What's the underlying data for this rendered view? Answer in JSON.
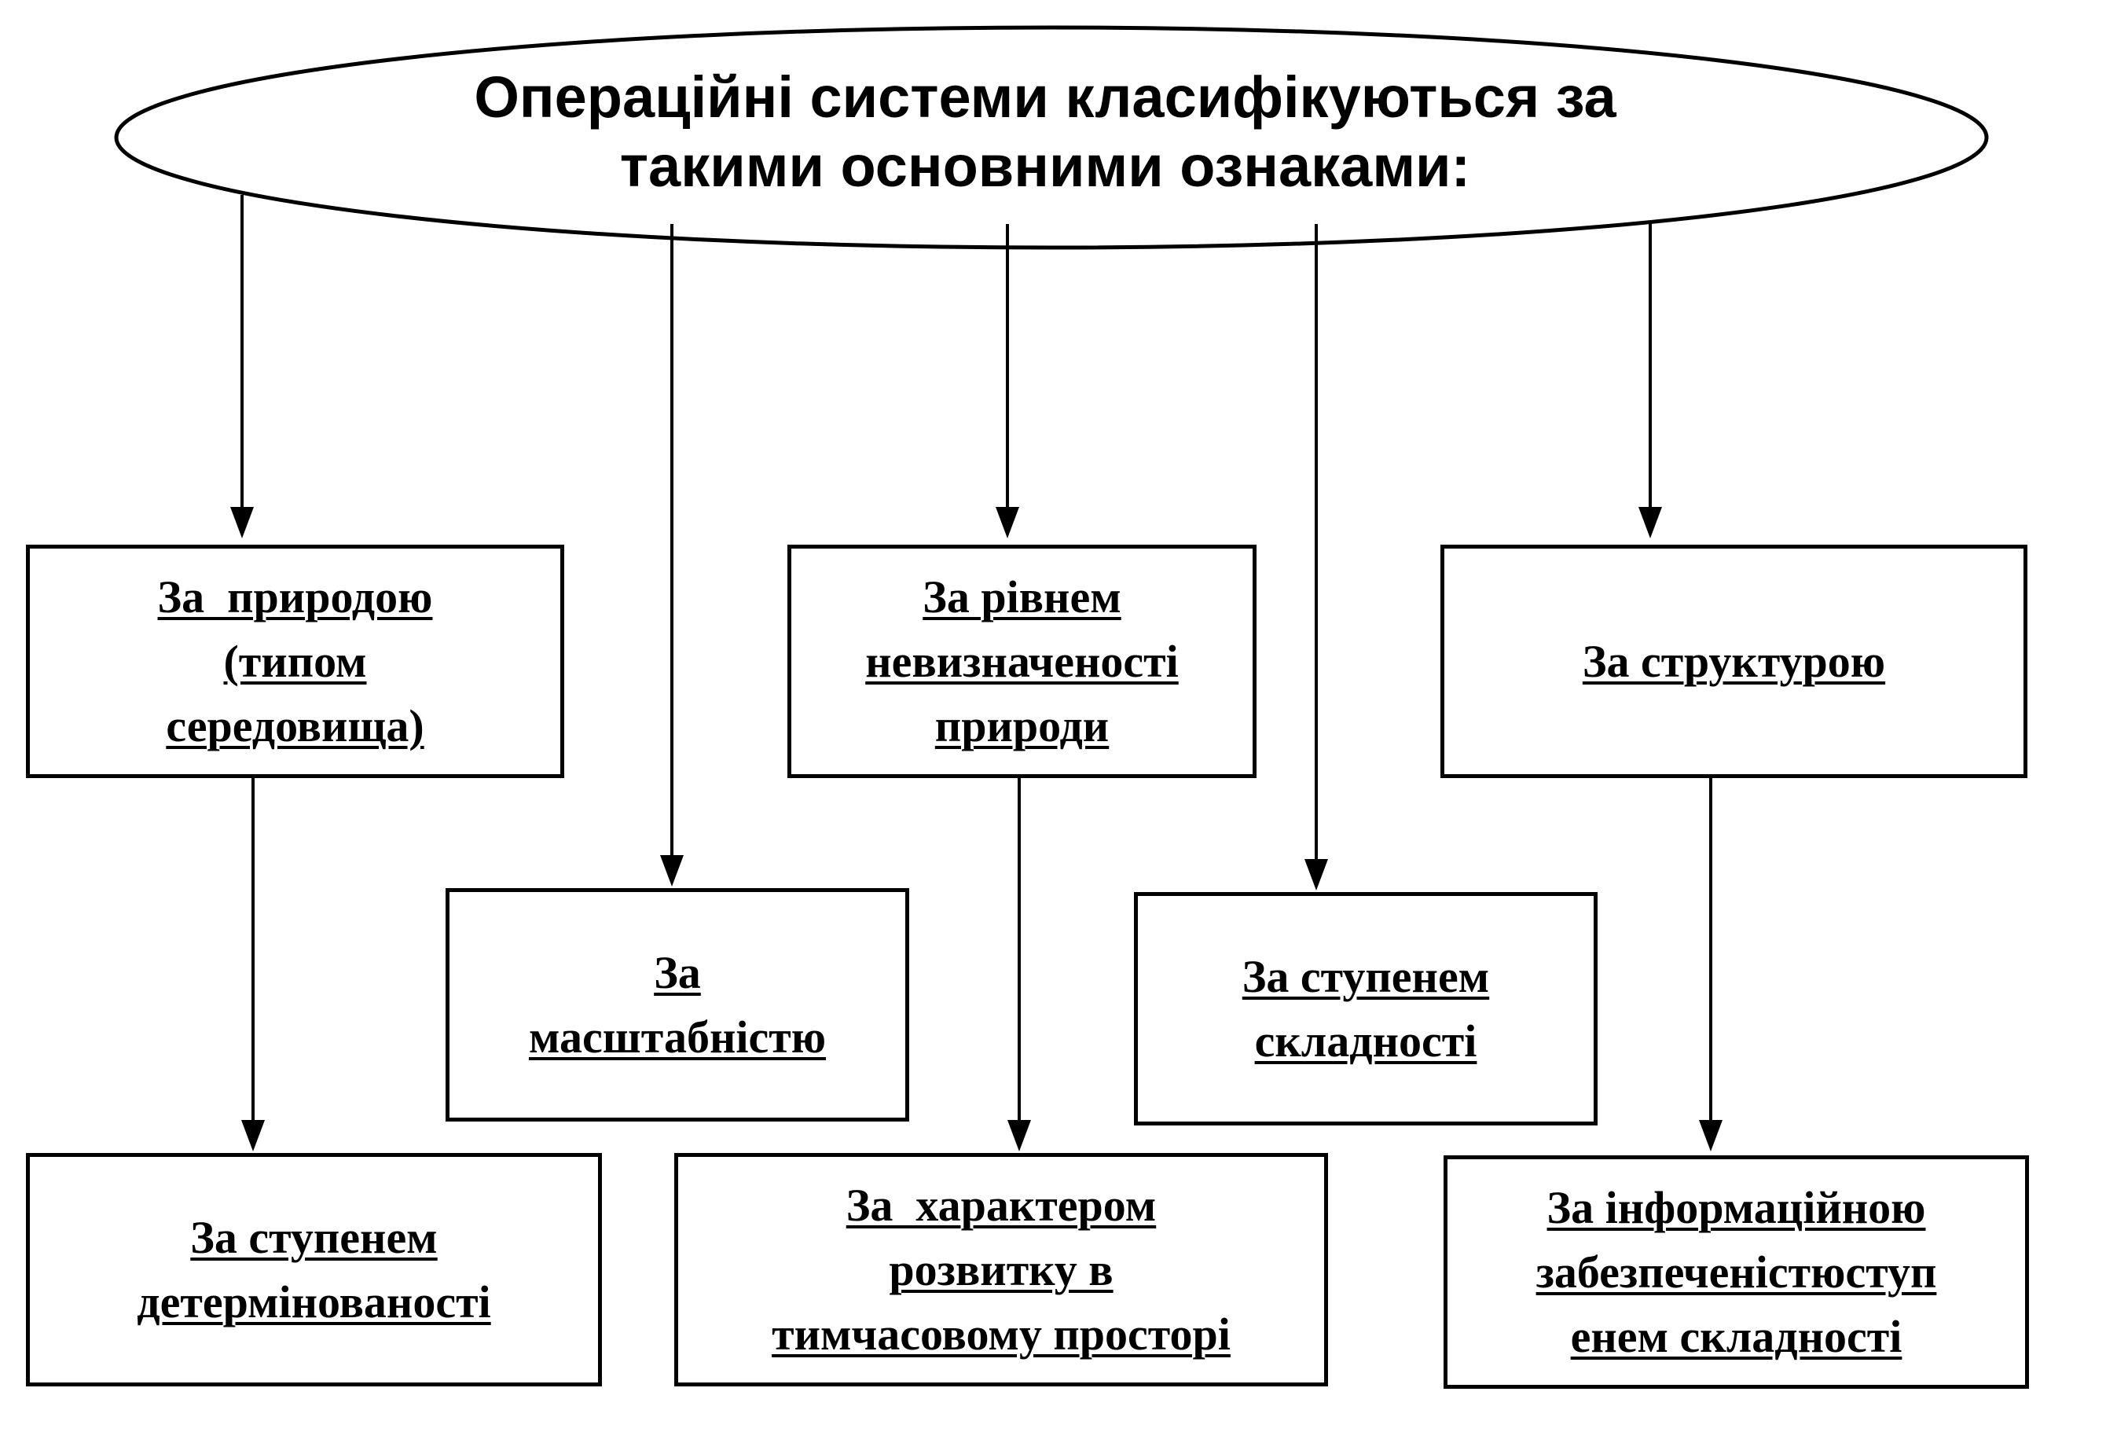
{
  "header": {
    "line1": "Операційні системи класифікуються за",
    "line2": "такими основними ознаками:"
  },
  "nodes": {
    "nature": {
      "line1": "За  природою",
      "line2": "(типом",
      "line3": "середовища)"
    },
    "uncertainty": {
      "line1": "За рівнем",
      "line2": "невизначеності",
      "line3": "природи"
    },
    "structure": {
      "line1": "За структурою"
    },
    "scale": {
      "line1": "За",
      "line2": "масштабністю"
    },
    "complexity": {
      "line1": "За ступенем",
      "line2": "складності"
    },
    "determinism": {
      "line1": "За ступенем",
      "line2": "детермінованості"
    },
    "development": {
      "line1": "За  характером",
      "line2": "розвитку в",
      "line3": "тимчасовому просторі"
    },
    "information": {
      "line1": "За інформаційною",
      "line2": "забезпеченістюступ",
      "line3": "енем складності"
    }
  }
}
